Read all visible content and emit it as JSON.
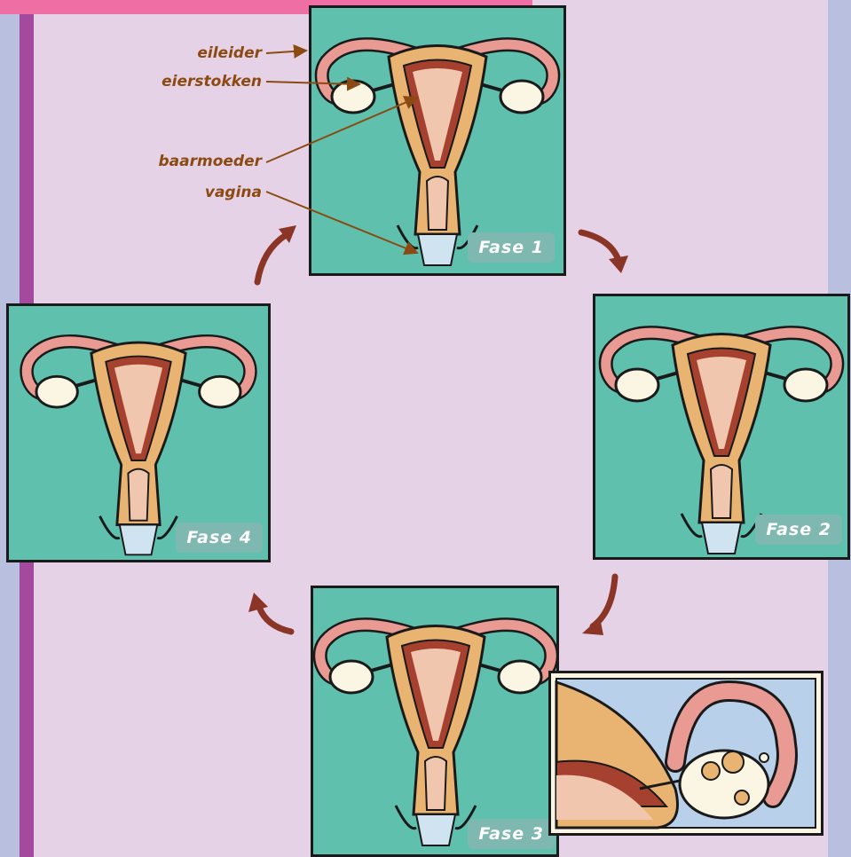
{
  "labels": {
    "oviduct": "eileider",
    "ovaries": "eierstokken",
    "uterus": "baarmoeder",
    "vagina": "vagina"
  },
  "phases": [
    {
      "label": "Fase 1"
    },
    {
      "label": "Fase 2"
    },
    {
      "label": "Fase 3"
    },
    {
      "label": "Fase 4"
    }
  ],
  "colors": {
    "page_background": "#e6d2e6",
    "side_background": "#b8bfdf",
    "left_stripe": "#a34a9e",
    "top_tab": "#ef6fa5",
    "panel_background": "#5ec0ad",
    "uterus_outer": "#e9b372",
    "uterus_lining": "#a5412e",
    "cavity": "#f0c7ae",
    "ovary": "#fbf6e4",
    "tube": "#e99a93",
    "arrow": "#8a3526",
    "annotation_text": "#8a4a12",
    "inset_background": "#b8d0ea"
  },
  "icons": [
    "cycle-arrow-icon",
    "uterus-illustration",
    "ovary-closeup-illustration"
  ]
}
